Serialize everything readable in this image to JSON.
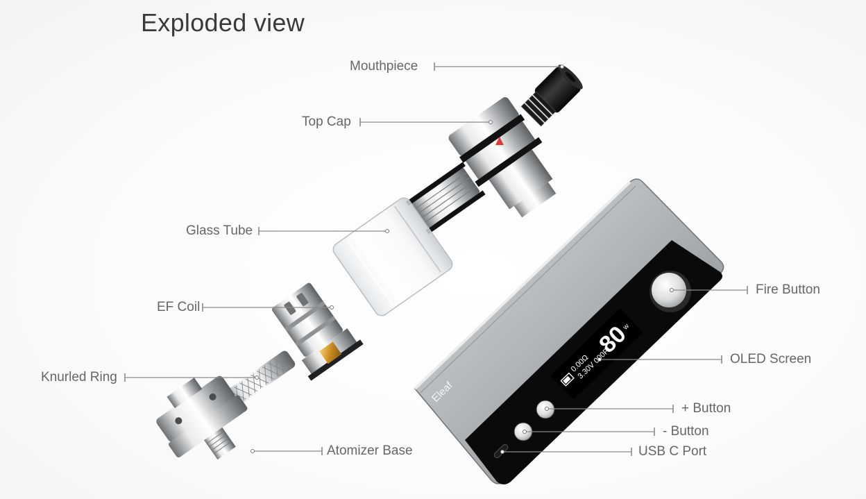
{
  "title": "Exploded view",
  "parts": {
    "mouthpiece": "Mouthpiece",
    "top_cap": "Top Cap",
    "glass_tube": "Glass Tube",
    "ef_coil": "EF Coil",
    "knurled_ring": "Knurled Ring",
    "atomizer_base": "Atomizer Base",
    "fire_button": "Fire Button",
    "oled_screen": "OLED Screen",
    "plus_button": "+ Button",
    "minus_button": "- Button",
    "usb_c_port": "USB C Port"
  },
  "device": {
    "brand": "Eleaf",
    "power_value": "80",
    "power_unit": "w",
    "resistance": "0.00Ω",
    "voltage": "3.30V",
    "puffs": "000P"
  },
  "colors": {
    "label_text": "#666666",
    "title_text": "#3a3a3a",
    "body_silver": "#b9bcbf",
    "screen_black": "#0a0a0a",
    "indicator_red": "#e23a3a"
  }
}
